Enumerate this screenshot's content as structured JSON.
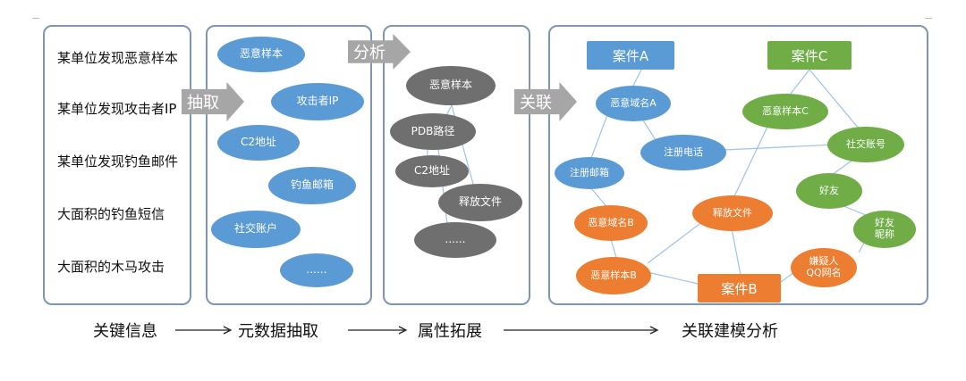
{
  "panels": {
    "info_items": [
      "某单位发现恶意样本",
      "某单位发现攻击者IP",
      "某单位发现钓鱼邮件",
      "大面积的钓鱼短信",
      "大面积的木马攻击"
    ],
    "metadata_nodes": [
      "恶意样本",
      "攻击者IP",
      "C2地址",
      "钓鱼邮箱",
      "社交账户",
      "......"
    ],
    "attribute_nodes": [
      "恶意样本",
      "PDB路径",
      "C2地址",
      "释放文件",
      "......"
    ],
    "model": {
      "cases": [
        "案件A",
        "案件C",
        "案件B"
      ],
      "blue_nodes": [
        "恶意域名A",
        "注册电话",
        "注册邮箱"
      ],
      "green_nodes": [
        "恶意样本C",
        "社交账号",
        "好友",
        "好友\n昵称"
      ],
      "orange_nodes": [
        "恶意域名B",
        "释放文件",
        "恶意样本B",
        "嫌疑人\nQQ网名"
      ]
    }
  },
  "arrows": [
    "抽取",
    "分析",
    "关联"
  ],
  "bottom": {
    "labels": [
      "关键信息",
      "元数据抽取",
      "属性拓展",
      "关联建模分析"
    ]
  },
  "colors": {
    "blue": "#5b9bd5",
    "grey": "#6f6f6f",
    "green": "#70ad47",
    "orange": "#ed7d31",
    "panel_border": "#7f96b2",
    "arrow": "#a6a6a6"
  }
}
